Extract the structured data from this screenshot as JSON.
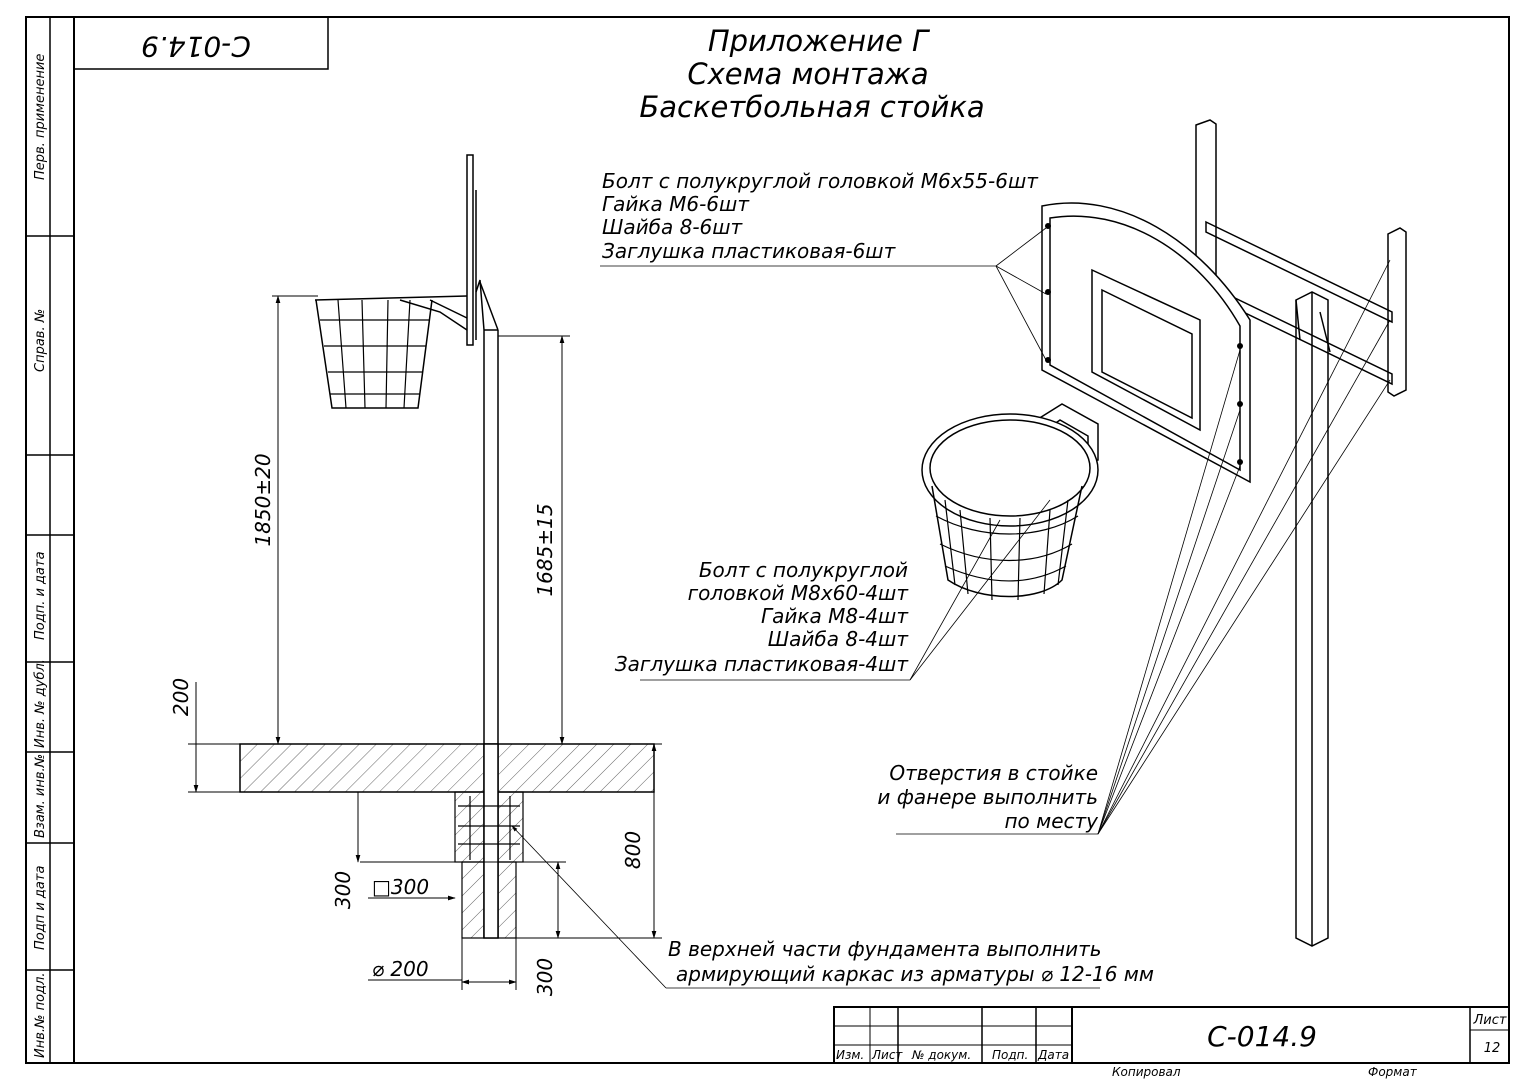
{
  "document": {
    "code_top": "С-014.9",
    "title": [
      "Приложение Г",
      "Схема монтажа",
      "Баскетбольная стойка"
    ]
  },
  "side_strip": {
    "labels": [
      "Перв. применение",
      "Справ. №",
      "Подп. и дата",
      "Инв. № дубл.",
      "Взам. инв.№",
      "Подп и дата",
      "Инв.№ подл."
    ]
  },
  "notes": {
    "backboard_fasteners": [
      "Болт с полукруглой головкой М6х55-6шт",
      "Гайка М6-6шт",
      "Шайба 8-6шт",
      "Заглушка пластиковая-6шт"
    ],
    "hoop_fasteners": [
      "Болт с полукруглой",
      "головкой М8х60-4шт",
      "Гайка М8-4шт",
      "Шайба 8-4шт",
      "Заглушка пластиковая-4шт"
    ],
    "holes": [
      "Отверстия в стойке",
      "и фанере выполнить",
      "по месту"
    ],
    "reinforcement": [
      "В верхней части фундамента выполнить",
      "армирующий каркас из арматуры ⌀ 12-16 мм"
    ]
  },
  "dimensions": {
    "rim_height": "1850±20",
    "post_height": "1685±15",
    "slab": "200",
    "foundation_depth": "800",
    "cage_depth": "300",
    "square_section": "□300",
    "round_section": "⌀ 200",
    "bottom_width": "300"
  },
  "title_block": {
    "columns": [
      "Изм.",
      "Лист",
      "№ докум.",
      "Подп.",
      "Дата"
    ],
    "code": "С-014.9",
    "sheet_label": "Лист",
    "sheet_number": "12",
    "copied": "Копировал",
    "format": "Формат"
  }
}
